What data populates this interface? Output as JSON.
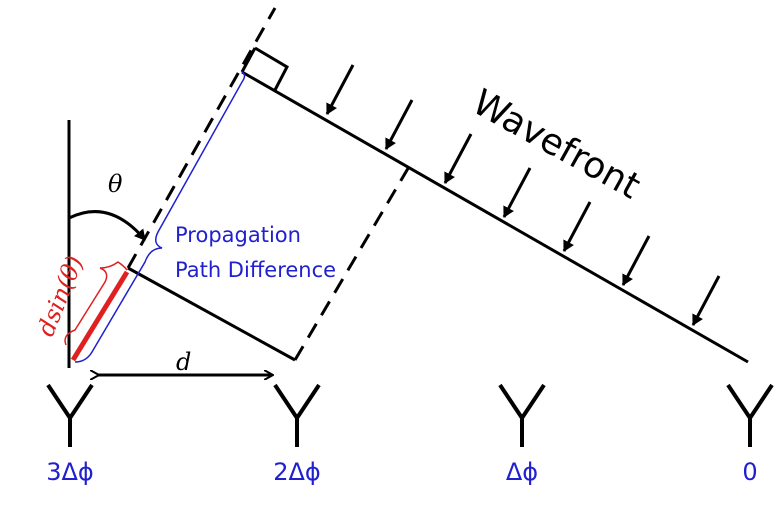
{
  "labels": {
    "wavefront": "Wavefront",
    "theta": "θ",
    "path_diff_line1": "Propagation",
    "path_diff_line2": "Path Difference",
    "dsin": "dsin(θ)",
    "d": "d"
  },
  "antennas": [
    {
      "phase": "3Δϕ"
    },
    {
      "phase": "2Δϕ"
    },
    {
      "phase": "Δϕ"
    },
    {
      "phase": "0"
    }
  ],
  "colors": {
    "blue": "#2020d0",
    "red": "#e02020",
    "black": "#000000"
  }
}
